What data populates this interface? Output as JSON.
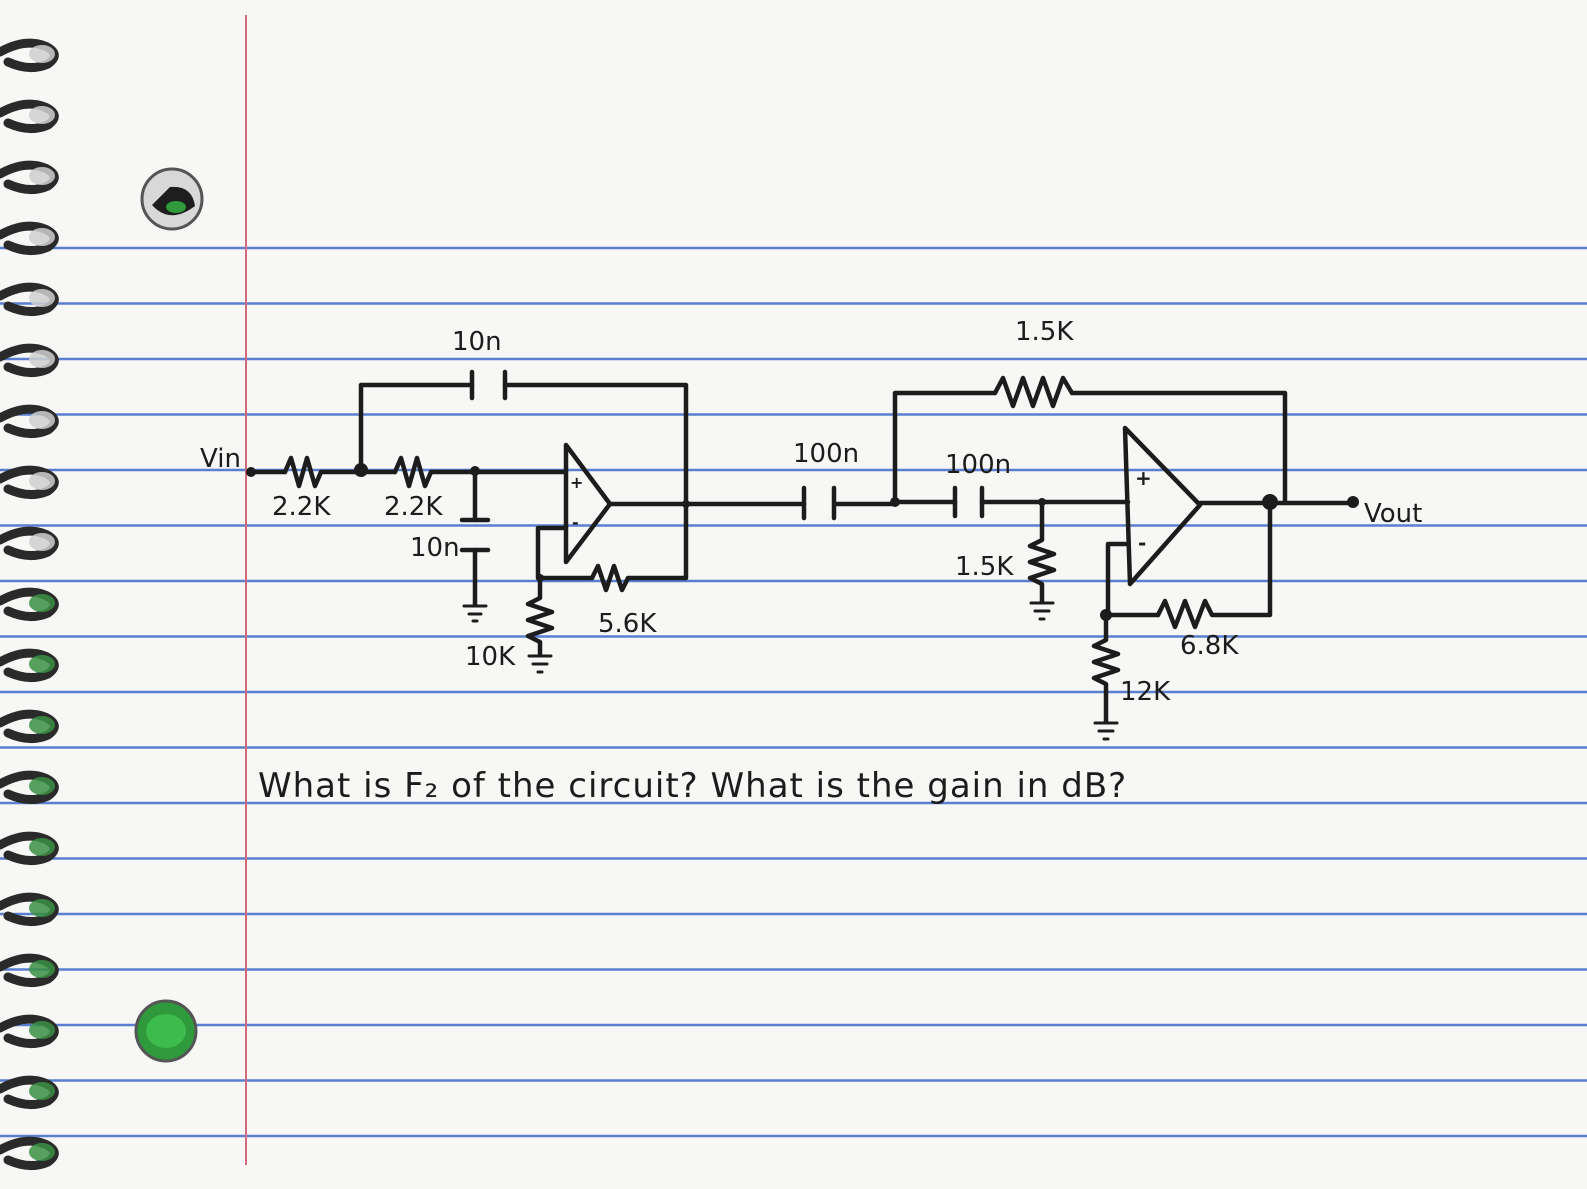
{
  "circuit": {
    "input_label": "Vin",
    "output_label": "Vout",
    "stage1": {
      "r_in1": "2.2K",
      "r_in2": "2.2K",
      "c_feedback": "10n",
      "c_ground": "10n",
      "r_ground": "10K",
      "r_feedback": "5.6K"
    },
    "coupling_cap": "100n",
    "stage2": {
      "c_series": "100n",
      "r_shunt": "1.5K",
      "r_top_feedback": "1.5K",
      "r_feedback": "6.8K",
      "r_ground": "12K"
    },
    "opamp_plus": "+",
    "opamp_minus": "-"
  },
  "question": {
    "text": "What is F₂ of the circuit? What is the gain in dB?"
  },
  "colors": {
    "paper": "#f7f7f5",
    "rule_line": "#5b7fd0",
    "margin_line": "#d26a7e",
    "ink": "#1c1c1c",
    "hole_green": "#2f9a3b",
    "spiral": "#2a2a2a"
  }
}
